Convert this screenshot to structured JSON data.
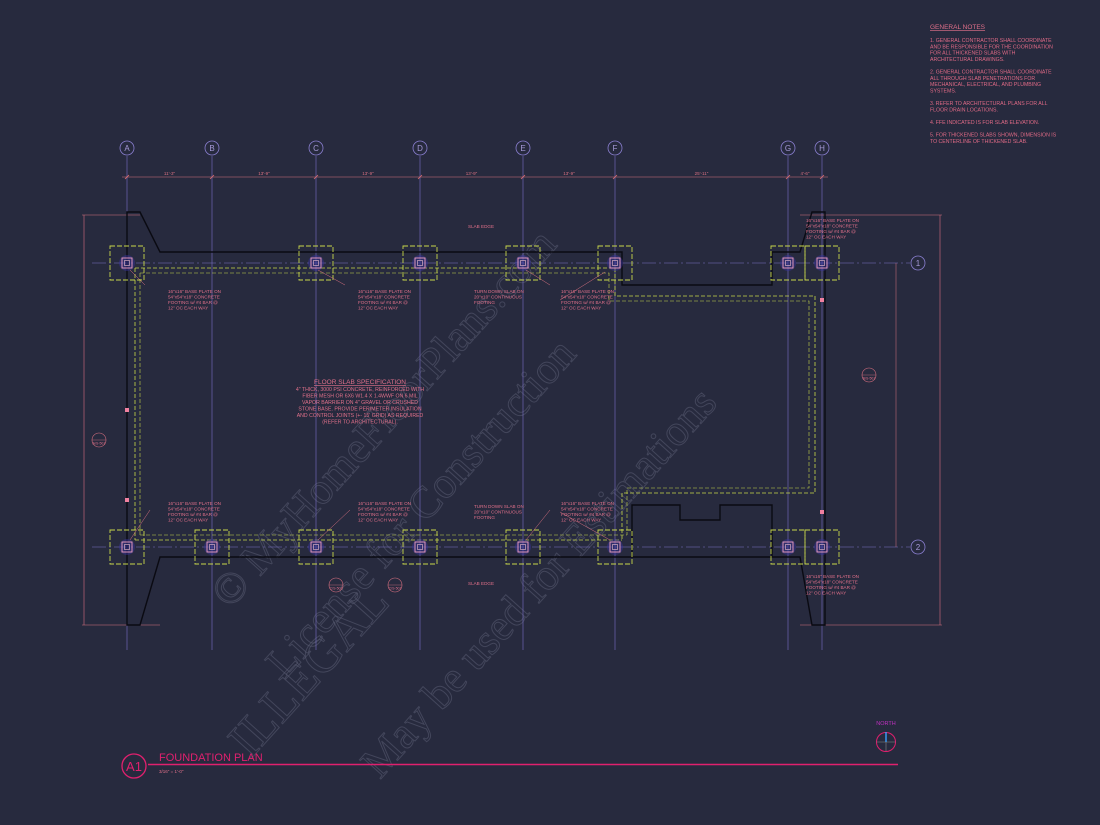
{
  "general_notes": {
    "title": "GENERAL NOTES",
    "lines": [
      "1. GENERAL CONTRACTOR SHALL COORDINATE",
      "AND BE RESPONSIBLE FOR THE COORDINATION",
      "FOR ALL THICKENED SLABS WITH",
      "ARCHITECTURAL DRAWINGS.",
      "",
      "2. GENERAL CONTRACTOR SHALL COORDINATE",
      "ALL THROUGH SLAB PENETRATIONS FOR",
      "MECHANICAL, ELECTRICAL, AND PLUMBING",
      "SYSTEMS.",
      "",
      "3. REFER TO ARCHITECTURAL PLANS FOR ALL",
      "FLOOR DRAIN LOCATIONS.",
      "",
      "4. FFE INDICATED IS FOR SLAB ELEVATION.",
      "",
      "5. FOR THICKENED SLABS SHOWN, DIMENSION IS",
      "TO CENTERLINE OF THICKENED SLAB."
    ]
  },
  "grid_columns": [
    "A",
    "B",
    "C",
    "D",
    "E",
    "F",
    "G",
    "H"
  ],
  "grid_rows": [
    "1",
    "2"
  ],
  "column_dimensions": [
    "11'-3\"",
    "13'-9\"",
    "13'-9\"",
    "13'-9\"",
    "13'-9\"",
    "25'-11\"",
    "4'-6\""
  ],
  "slab_spec": {
    "title": "FLOOR SLAB SPECIFICATION",
    "lines": [
      "4\" THICK, 3000 PSI CONCRETE, REINFORCED WITH",
      "FIBER MESH OR 6X6 W1.4 X 1.4WWF ON 6 MIL",
      "VAPOR BARRIER ON 4\" GRAVEL OR CRUSHED",
      "STONE BASE. PROVIDE PERIMETER INSULATION",
      "AND CONTROL JOINTS (+- 15' GRID) AS REQUIRED",
      "(REFER TO ARCHITECTURAL)."
    ]
  },
  "footing_note": [
    "16\"x16\" BASE PLATE ON",
    "54\"x54\"x18\" CONCRETE",
    "FOOTING w/ #4 BAR @",
    "12\" OC EACH WAY"
  ],
  "turn_down_note": [
    "TURN DOWN SLAB ON",
    "20\"x10\" CONTINUOUS",
    "FOOTING"
  ],
  "slab_edge_label": "SLAB EDGE",
  "section_tags": [
    "A/S-501",
    "B/S-501",
    "C/S-501"
  ],
  "title_block": {
    "tag": "A1",
    "title": "FOUNDATION PLAN",
    "scale": "3/16\" = 1'-0\""
  },
  "north_label": "NORTH",
  "watermark": [
    "© MyHomeFloorPlans.com",
    "License for Construction",
    "ILLEGAL",
    "May be used for Estimations"
  ],
  "colors": {
    "background": "#272a3e",
    "grid": "#8a7fd0",
    "dimension": "#d87080",
    "title": "#e0206e",
    "footing": "#c8d84a",
    "slab": "#0a0a12",
    "north": "#3aa0ff"
  }
}
